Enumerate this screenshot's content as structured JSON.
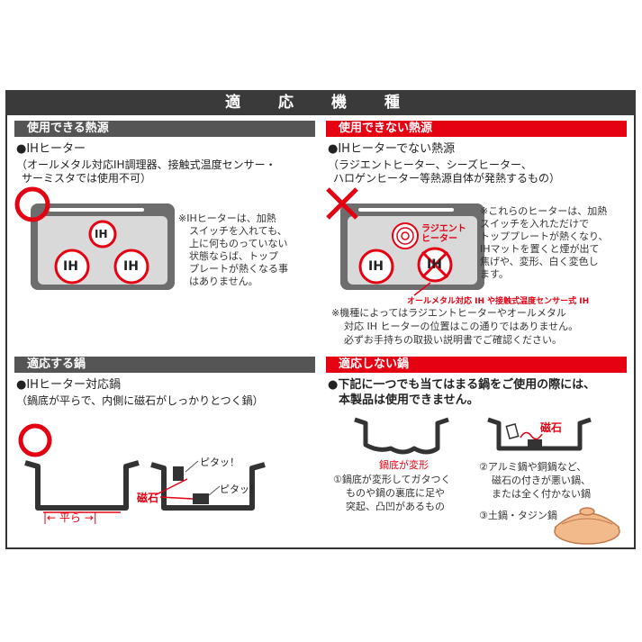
{
  "title": "適 応 機 種",
  "sections": {
    "usable_heat": {
      "header": "使用できる熱源",
      "bullet": "●IHヒーター",
      "sub": [
        "（オールメタル対応IH調理器、接触式温度センサー・",
        "サーミスタでは使用不可）"
      ],
      "burner_label": "IH",
      "note": [
        "※IHヒーターは、加熱",
        "スイッチを入れても、",
        "上に何ものっていない",
        "状態ならば、トップ",
        "プレートが熱くなる事",
        "はありません。"
      ]
    },
    "unusable_heat": {
      "header": "使用できない熱源",
      "bullet": "●IHヒーターでない熱源",
      "sub": [
        "（ラジエントヒーター、シーズヒーター、",
        "ハロゲンヒーター等熱源自体が発熱するもの）"
      ],
      "radiant_label": [
        "ラジエント",
        "ヒーター"
      ],
      "burner_label": "IH",
      "note": [
        "※これらのヒーターは、加熱",
        "スイッチを入れただけで",
        "トッププレートが熱くなり、",
        "IHマットを置くと煙が出て",
        "焦げや、変形、白く変色し",
        "ます。"
      ],
      "allmetal_note": "オールメタル対応 IH や接触式温度センサー式 IH",
      "model_note": [
        "※機種によってはラジエントヒーターやオールメタル",
        "対応 IH ヒーターの位置はこの通りではありません。",
        "必ずお手持ちの取扱い説明書でご確認ください。"
      ]
    },
    "suitable_pot": {
      "header": "適応する鍋",
      "bullet": "●IHヒーター対応鍋",
      "sub": "（鍋底が平らで、内側に磁石がしっかりとつく鍋）",
      "flat_label": "|← 平ら →|",
      "magnet_label": "磁石",
      "stick_1": "ピタッ！",
      "stick_2": "ピタッ！"
    },
    "unsuitable_pot": {
      "header": "適応しない鍋",
      "bullet": [
        "●下記に一つでも当てはまる鍋をご使用の際には、",
        "本製品は使用できません。"
      ],
      "deformed_label": "鍋底が変形",
      "magnet_label": "磁石",
      "item1": [
        "①鍋底が変形してガタつく",
        "ものや鍋の裏底に足や",
        "突起、凸凹があるもの"
      ],
      "item2": [
        "②アルミ鍋や銅鍋など、",
        "磁石の付きが悪い鍋、",
        "または全く付かない鍋"
      ],
      "item3": "③土鍋・タジン鍋"
    }
  },
  "colors": {
    "red": "#e50012",
    "dark": "#3a3a3a",
    "panel": "#6d6d6d",
    "cooktop": "#d9d9d9",
    "clay": "#f2b98a"
  }
}
